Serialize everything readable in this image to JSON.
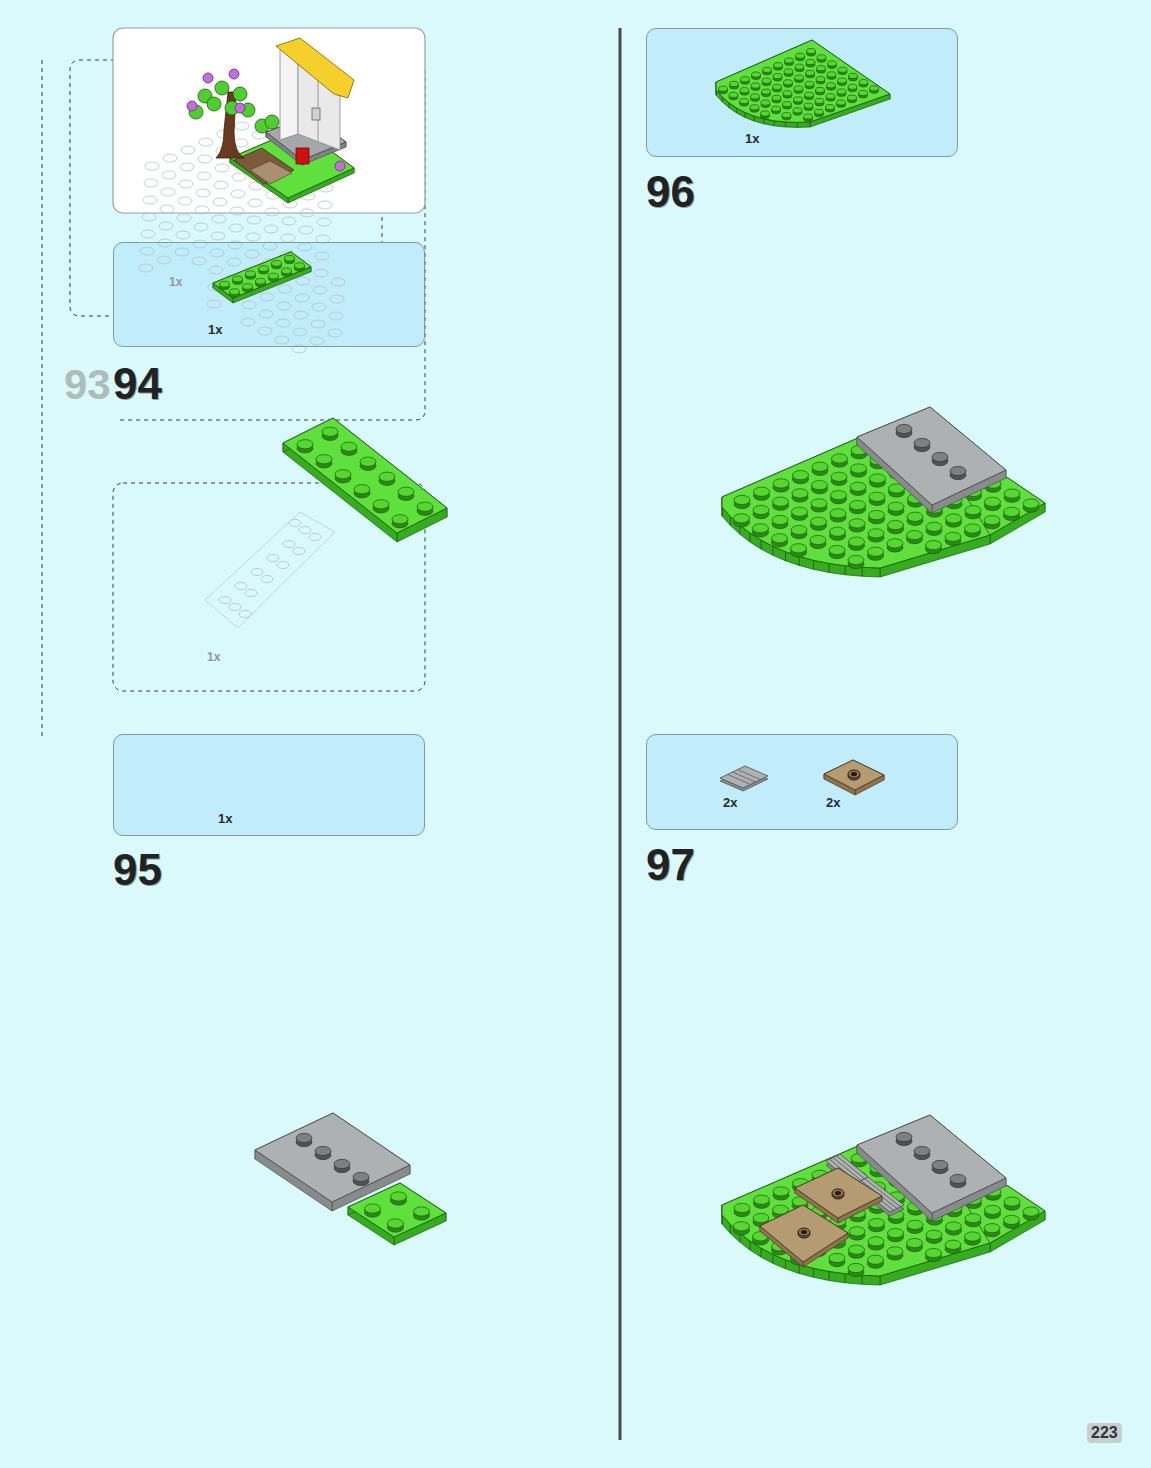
{
  "diagram": {
    "nodes": [
      {
        "text": [
          "1x"
        ]
      },
      {
        "text": [
          "1x"
        ]
      },
      {
        "text": [
          "1x"
        ]
      },
      {
        "text": [
          "2x",
          "2x"
        ]
      }
    ],
    "labels": [
      "1x",
      "93",
      "94",
      "1x",
      "95",
      "96",
      "97",
      "223"
    ]
  }
}
